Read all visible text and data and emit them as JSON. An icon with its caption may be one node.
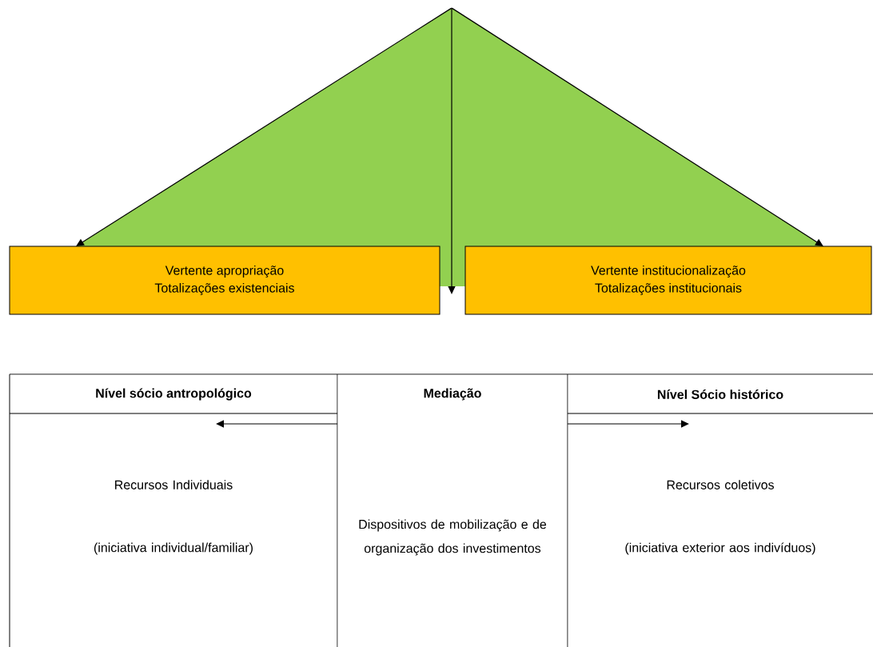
{
  "diagram": {
    "nodes": [
      {
        "text": [],
        "shape": "triangle"
      },
      {
        "text": [
          "Vertente apropriação",
          "Totalizações existenciais"
        ]
      },
      {
        "text": [
          "Vertente institucionalização",
          "Totalizações institucionais"
        ]
      },
      {
        "text": [
          "Nível sócio antropológico",
          "Recursos Individuais",
          "(iniciativa individual/familiar)"
        ]
      },
      {
        "text": [
          "Mediação",
          "Dispositivos de mobilização e de organização dos investimentos"
        ]
      },
      {
        "text": [
          "Nível Sócio histórico",
          "Recursos coletivos",
          "(iniciativa exterior aos indivíduos)"
        ]
      }
    ],
    "edges": [
      {
        "from": 0,
        "to": 1,
        "arrow": "to"
      },
      {
        "from": 0,
        "to": 2,
        "arrow": "to"
      },
      {
        "from": 0,
        "to": null,
        "arrow": "to"
      },
      {
        "from": 4,
        "to": 3,
        "arrow": "to"
      },
      {
        "from": 4,
        "to": 5,
        "arrow": "to"
      }
    ]
  }
}
